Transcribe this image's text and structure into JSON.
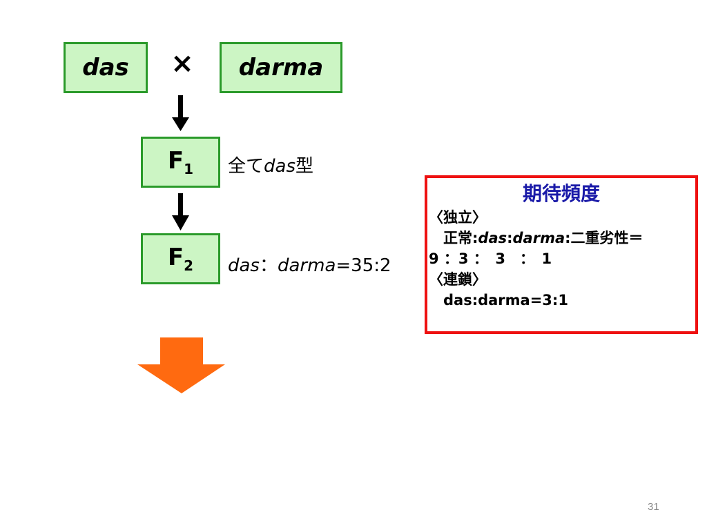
{
  "parents": {
    "left_label": "das",
    "cross_symbol": "×",
    "right_label": "darma"
  },
  "f1": {
    "label": "F",
    "subscript": "1",
    "note_prefix": "全て",
    "note_italic": "das",
    "note_suffix": "型"
  },
  "f2": {
    "label": "F",
    "subscript": "2",
    "note_das": "das",
    "note_sep": "：",
    "note_darma": "darma",
    "note_ratio": "=35:2"
  },
  "expected": {
    "title": "期待頻度",
    "independent_header": "〈独立〉",
    "normal_prefix": "　正常:",
    "normal_das": "das",
    "normal_colon1": ":",
    "normal_darma": "darma",
    "normal_suffix": ":二重劣性＝",
    "ratio_line": "9 ：3 ：　3　：　1",
    "linkage_header": "〈連鎖〉",
    "linkage_ratio": "　das:darma=3:1"
  },
  "colors": {
    "box_fill": "#ccf5c4",
    "box_border": "#2a9a2a",
    "highlight_border": "#ee1111",
    "title_blue": "#1a1aa8",
    "big_arrow": "#ff6a10"
  },
  "page_number": "31"
}
